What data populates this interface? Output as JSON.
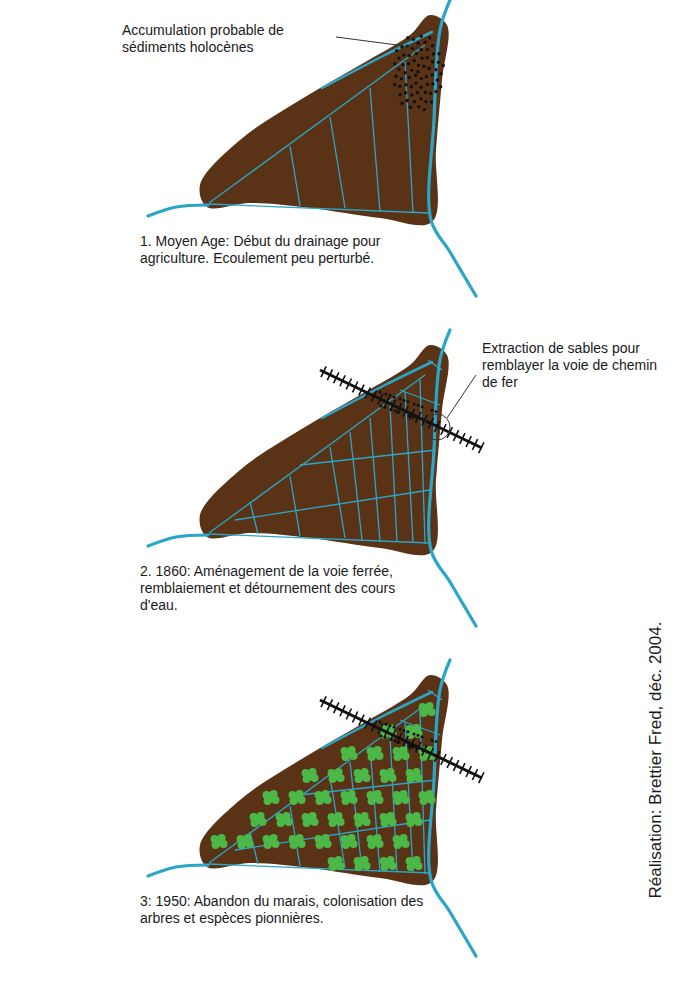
{
  "diagram": {
    "labels": [
      "Accumulation probable de sédiments holocènes",
      "1. Moyen Age: Début du drainage pour agriculture. Ecoulement peu perturbé.",
      "Extraction de sables pour remblayer la voie de chemin de fer",
      "2. 1860: Aménagement de la voie ferrée, remblaiement et détournement des cours d'eau.",
      "3: 1950: Abandon du marais, colonisation des arbres et espèces pionnières.",
      "Réalisation: Brettier Fred, déc. 2004."
    ]
  }
}
